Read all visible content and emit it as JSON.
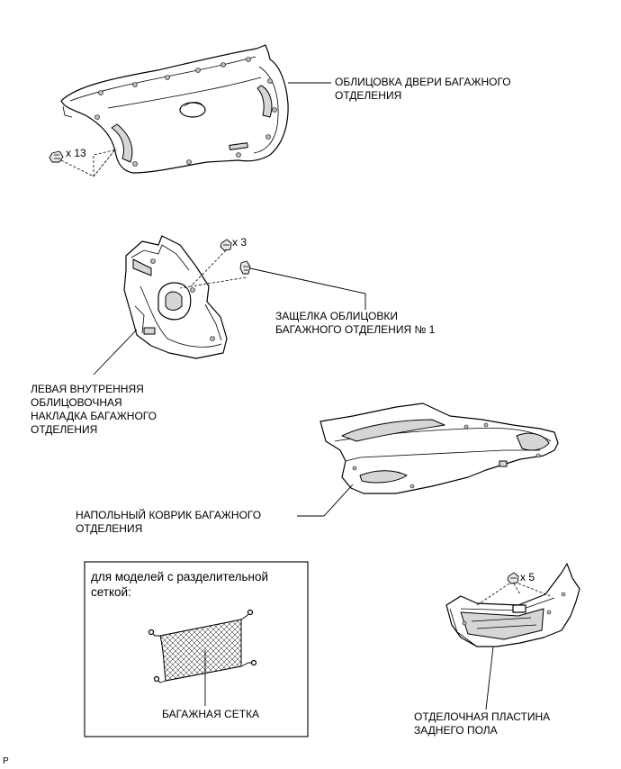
{
  "labels": {
    "trunk_lid_trim": "ОБЛИЦОВКА ДВЕРИ БАГАЖНОГО\nОТДЕЛЕНИЯ",
    "trunk_trim_clip": "ЗАЩЕЛКА ОБЛИЦОВКИ\nБАГАЖНОГО ОТДЕЛЕНИЯ № 1",
    "left_side_trim": "ЛЕВАЯ ВНУТРЕННЯЯ\nОБЛИЦОВОЧНАЯ\nНАКЛАДКА БАГАЖНОГО\nОТДЕЛЕНИЯ",
    "trunk_floor_mat": "НАПОЛЬНЫЙ КОВРИК БАГАЖНОГО\nОТДЕЛЕНИЯ",
    "rear_floor_plate": "ОТДЕЛОЧНАЯ ПЛАСТИНА\nЗАДНЕГО ПОЛА",
    "luggage_net": "БАГАЖНАЯ СЕТКА",
    "net_box_title": "для моделей с разделительной\nсеткой:"
  },
  "quantities": {
    "lid_clips": "x 13",
    "side_clips": "x 3",
    "plate_clips": "x 5"
  },
  "corner_mark": "P"
}
